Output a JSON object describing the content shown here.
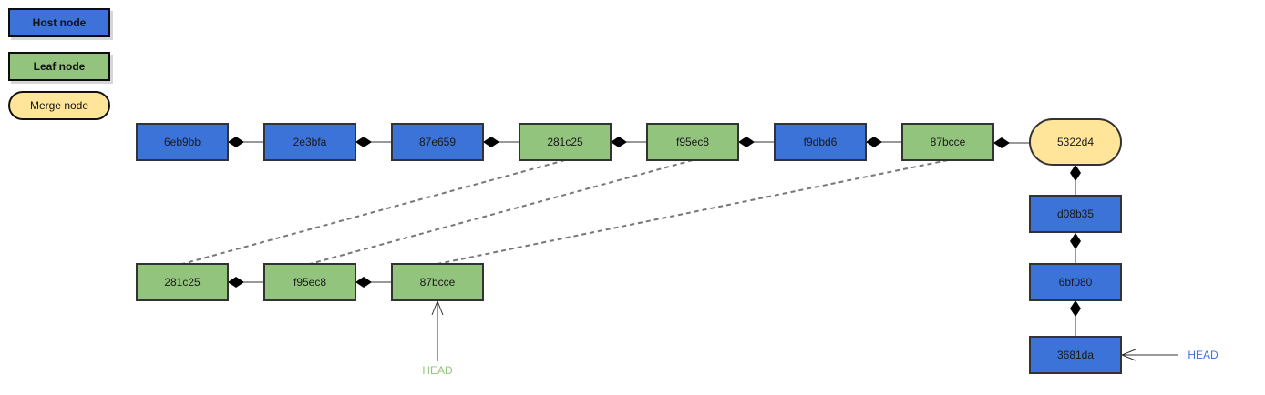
{
  "colors": {
    "host": "#3c73d8",
    "leaf": "#93c47d",
    "merge": "#ffe599",
    "stroke": "#333333",
    "dashed": "#777777",
    "head_leaf": "#93c47d",
    "head_host": "#3c73d8"
  },
  "legend": {
    "host": "Host node",
    "leaf": "Leaf node",
    "merge": "Merge node"
  },
  "top_row": [
    "6eb9bb",
    "2e3bfa",
    "87e659",
    "281c25",
    "f95ec8",
    "f9dbd6",
    "87bcce"
  ],
  "top_row_types": [
    "host",
    "host",
    "host",
    "leaf",
    "leaf",
    "host",
    "leaf"
  ],
  "merge_node": "5322d4",
  "bottom_row": [
    "281c25",
    "f95ec8",
    "87bcce"
  ],
  "right_column": [
    "d08b35",
    "6bf080",
    "3681da"
  ],
  "head_leaf": "HEAD",
  "head_host": "HEAD"
}
